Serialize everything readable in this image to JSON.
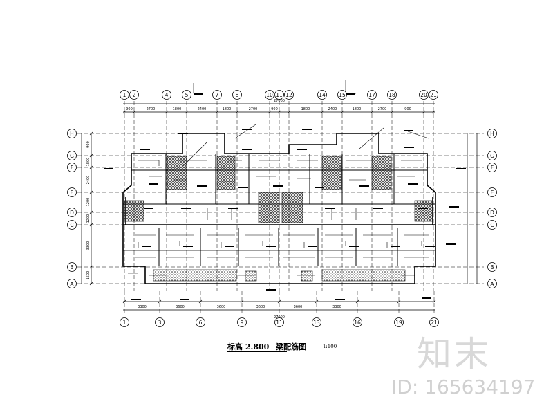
{
  "drawing": {
    "title_label": "标高 2.800",
    "title_name": "梁配筋图",
    "scale": "1:100",
    "total_dimension": "27000",
    "top_axes": [
      "1",
      "2",
      "4",
      "5",
      "7",
      "8",
      "10",
      "11",
      "12",
      "14",
      "15",
      "17",
      "18",
      "20",
      "21"
    ],
    "bottom_axes": [
      "1",
      "3",
      "6",
      "9",
      "11",
      "13",
      "16",
      "19",
      "21"
    ],
    "row_axes": [
      "H",
      "G",
      "F",
      "E",
      "D",
      "C",
      "B",
      "A"
    ],
    "top_dims": [
      "900",
      "2700",
      "1800",
      "2400",
      "1800",
      "2700",
      "900",
      "1800",
      "2400",
      "1800",
      "2700",
      "900"
    ],
    "bottom_dims": [
      "3300",
      "3600",
      "3600",
      "3600",
      "3600",
      "3300"
    ],
    "left_dims": [
      "900",
      "1800",
      "2400",
      "1200",
      "1200",
      "3300",
      "1500"
    ]
  },
  "watermark": {
    "brand": "知末",
    "id_label": "ID: 165634197"
  },
  "colors": {
    "line": "#000000",
    "hatch": "#555555",
    "watermark": "#d0d0d0"
  }
}
